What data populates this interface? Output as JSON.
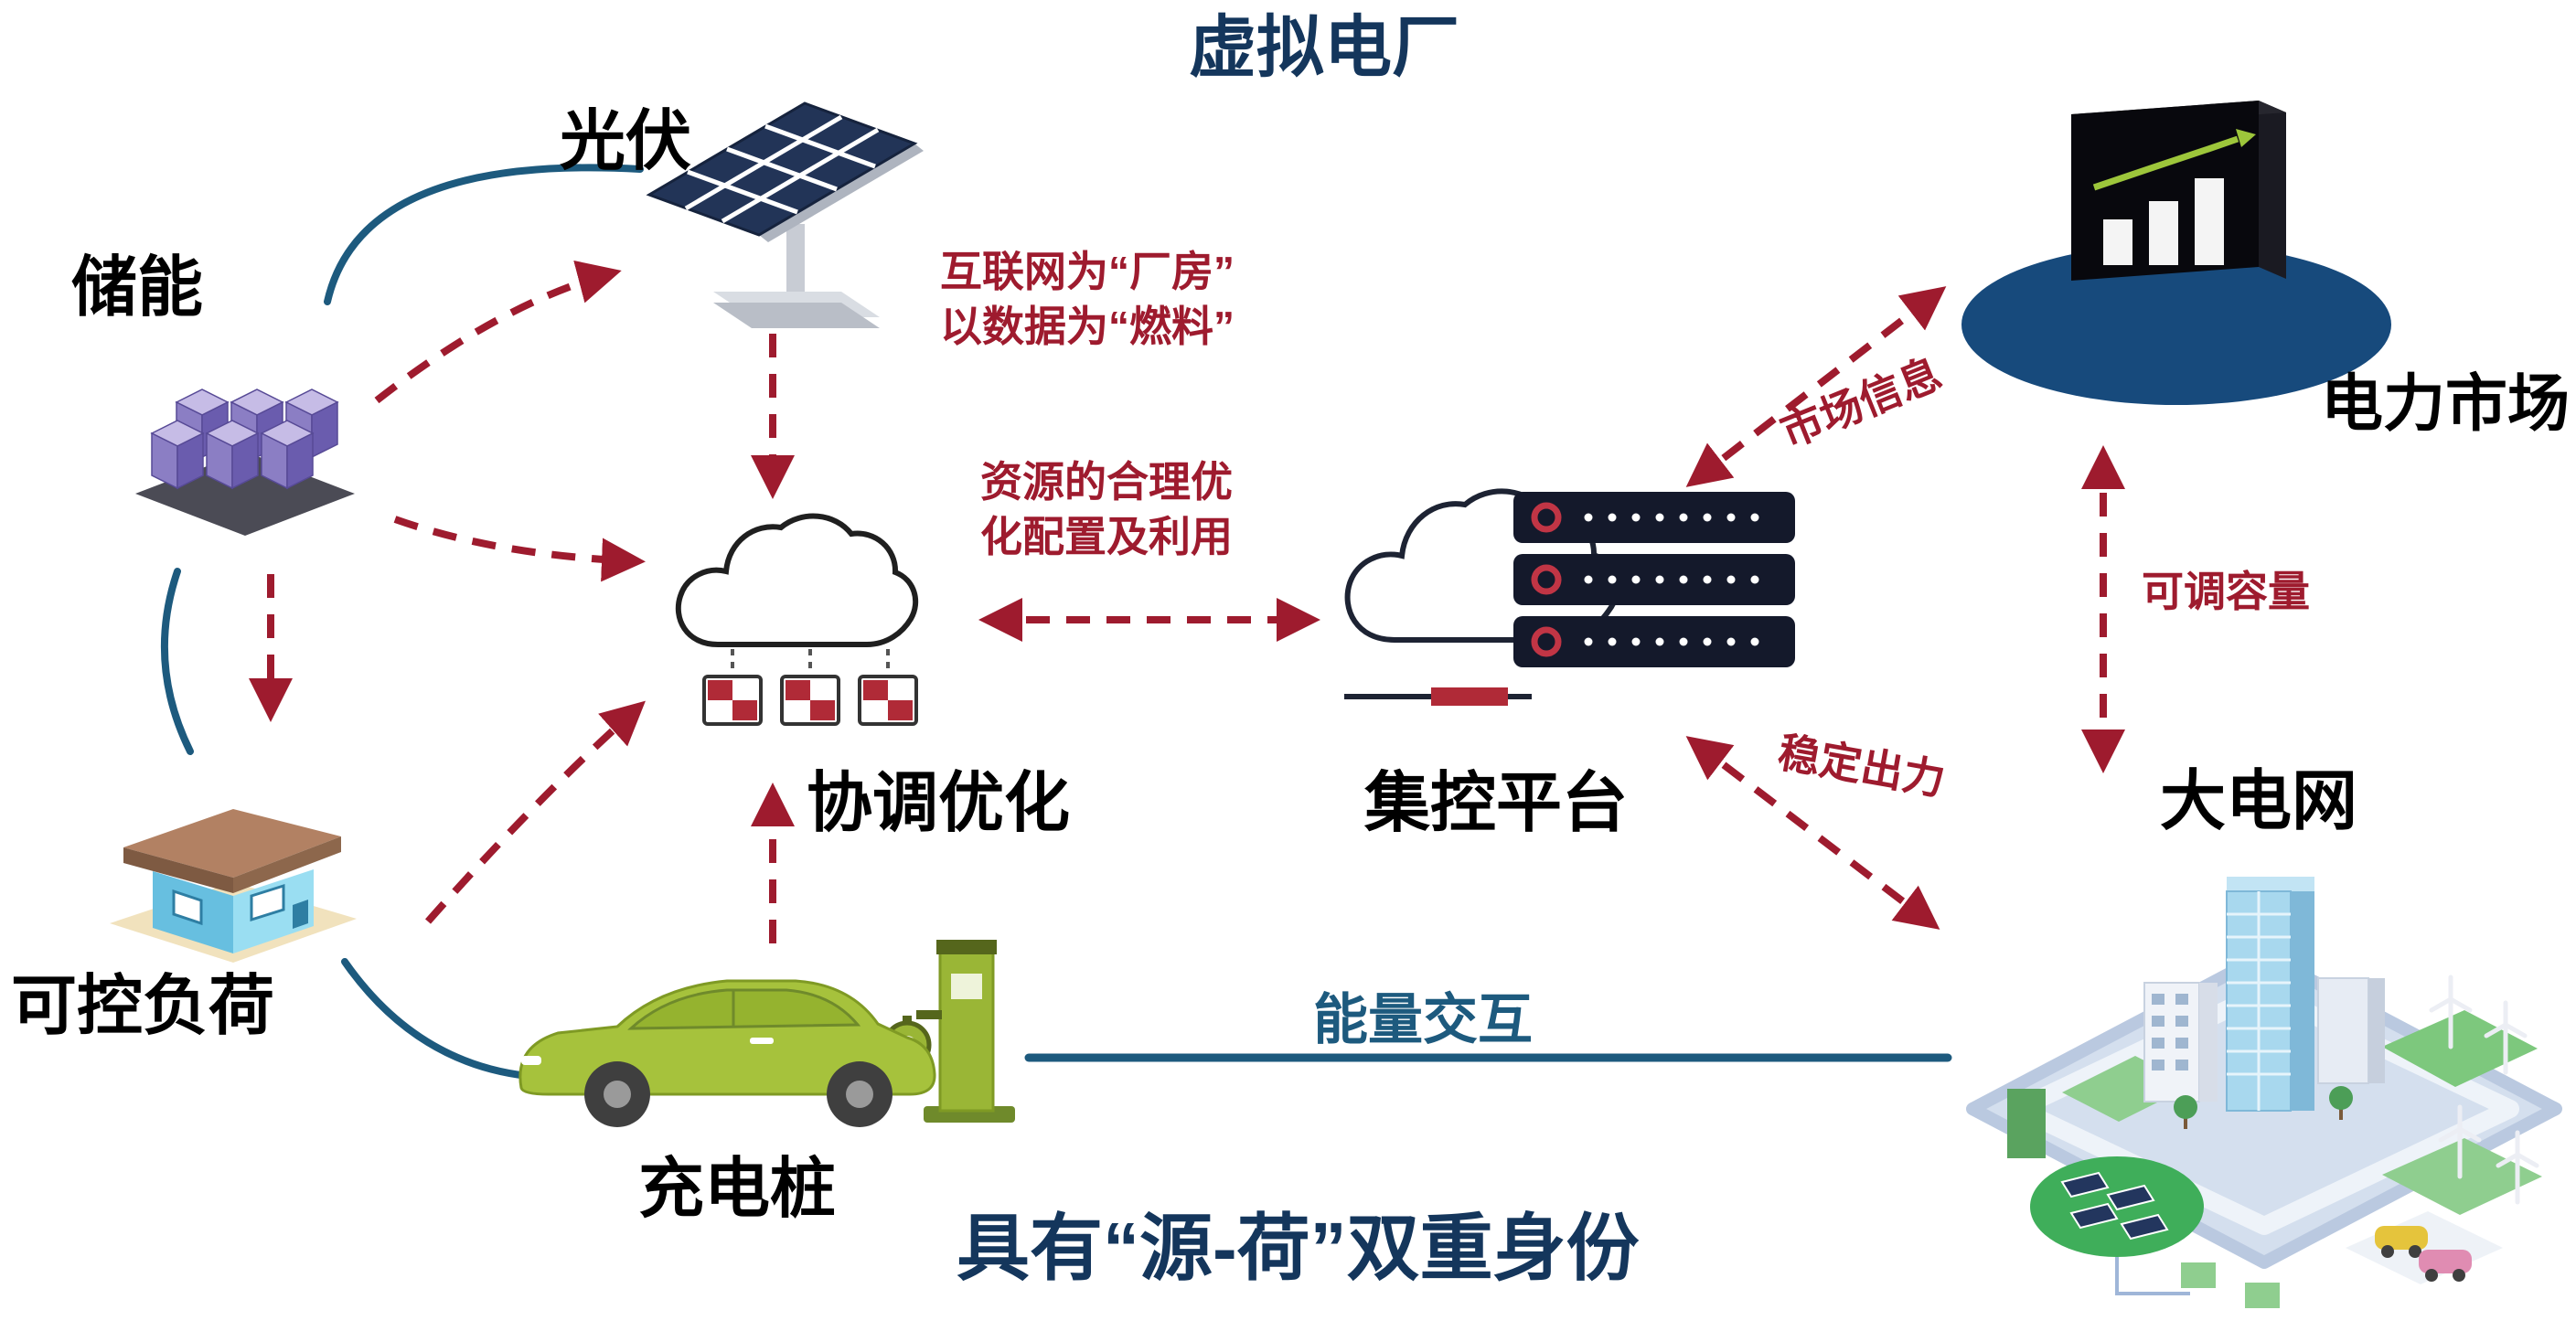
{
  "title": "虚拟电厂",
  "nodes": {
    "pv": {
      "label": "光伏",
      "icon": "solar-panel-icon"
    },
    "storage": {
      "label": "储能",
      "icon": "battery-storage-icon"
    },
    "load": {
      "label": "可控负荷",
      "icon": "house-icon"
    },
    "charger": {
      "label": "充电桩",
      "icon": "ev-charging-icon"
    },
    "coordination": {
      "label": "协调优化",
      "icon": "cloud-battery-icon"
    },
    "platform": {
      "label": "集控平台",
      "icon": "cloud-server-icon"
    },
    "market": {
      "label": "电力市场",
      "icon": "market-chart-icon"
    },
    "grid": {
      "label": "大电网",
      "icon": "smart-city-icon"
    }
  },
  "annotations": {
    "internet_factory_line1": "互联网为“厂房”",
    "internet_factory_line2": "以数据为“燃料”",
    "resource_opt_line1": "资源的合理优",
    "resource_opt_line2": "化配置及利用",
    "market_info": "市场信息",
    "adjustable_capacity": "可调容量",
    "stable_output": "稳定出力",
    "energy_interaction": "能量交互",
    "dual_identity": "具有“源-荷”双重身份"
  },
  "colors": {
    "title_navy": "#14365c",
    "annotation_red": "#9e1b2e",
    "line_blue": "#1d5a7e",
    "label_black": "#000000"
  }
}
